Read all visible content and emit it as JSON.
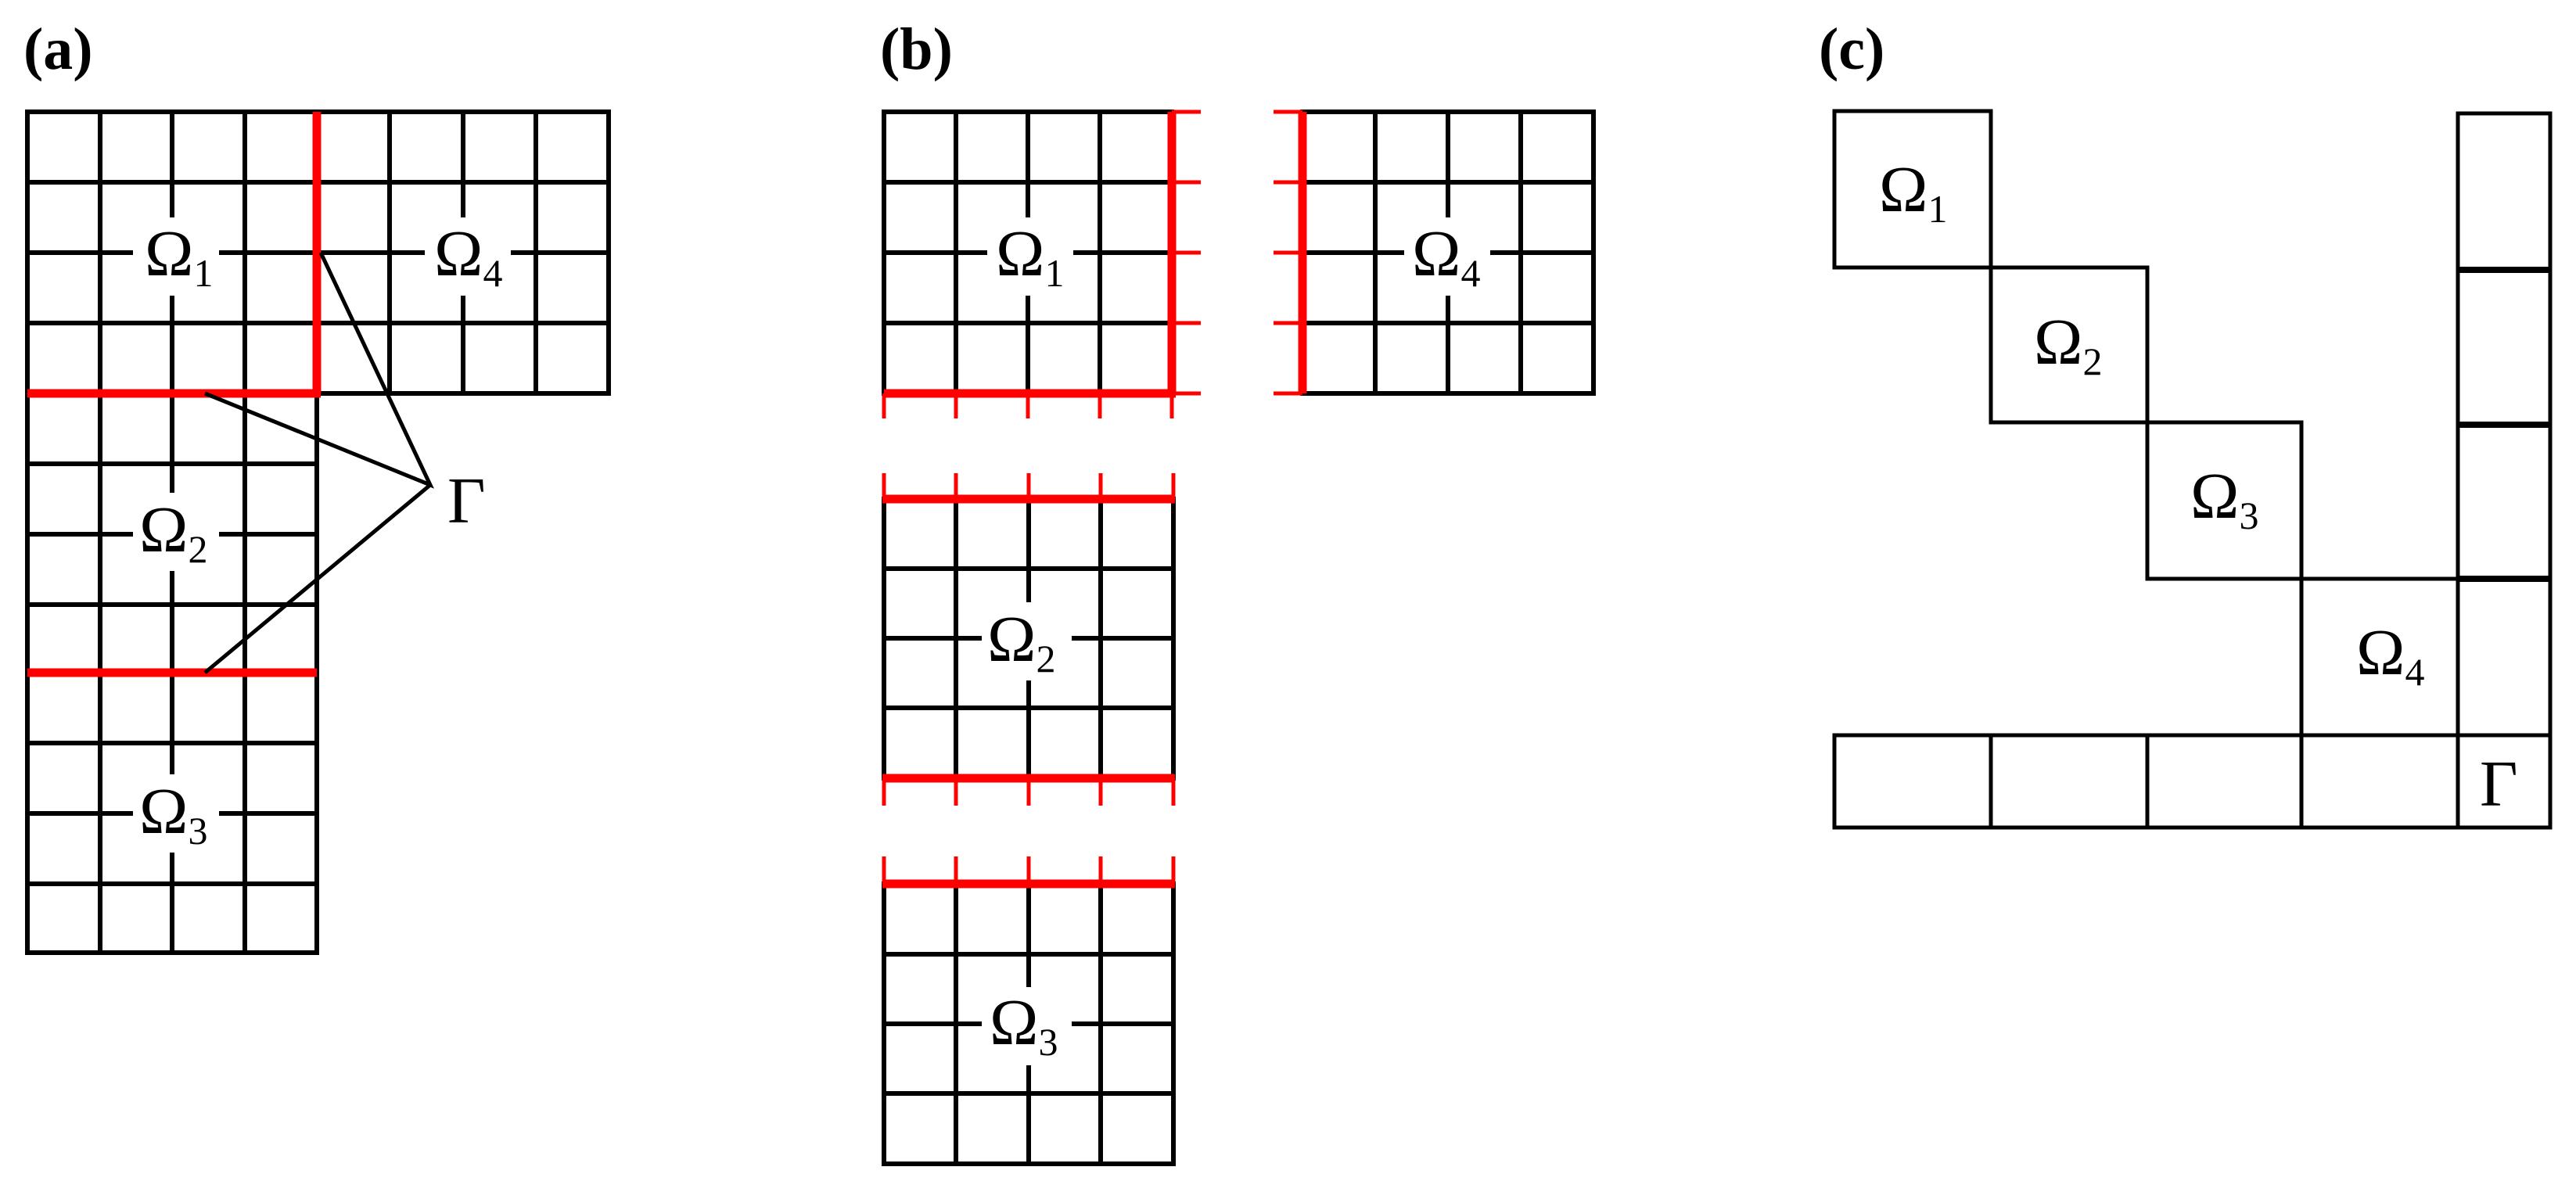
{
  "panels": {
    "a": {
      "label": "(a)"
    },
    "b": {
      "label": "(b)"
    },
    "c": {
      "label": "(c)"
    }
  },
  "symbols": {
    "omega": "Ω",
    "gamma": "Γ",
    "sub1": "1",
    "sub2": "2",
    "sub3": "3",
    "sub4": "4"
  },
  "colors": {
    "interface": "#ff0000",
    "grid": "#000000"
  }
}
